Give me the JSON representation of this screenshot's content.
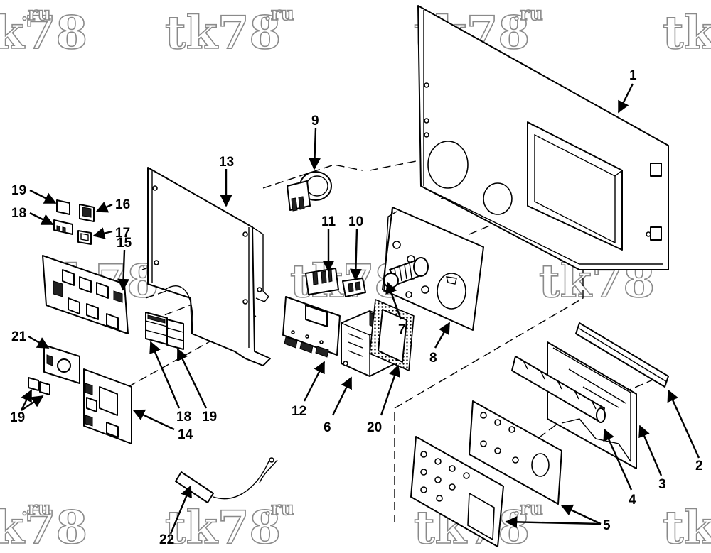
{
  "watermark": {
    "brand": "tk78",
    "suffix": ".ru"
  },
  "callouts": [
    {
      "id": "c1",
      "text": "1"
    },
    {
      "id": "c2",
      "text": "2"
    },
    {
      "id": "c3",
      "text": "3"
    },
    {
      "id": "c4",
      "text": "4"
    },
    {
      "id": "c5",
      "text": "5"
    },
    {
      "id": "c6",
      "text": "6"
    },
    {
      "id": "c7",
      "text": "7"
    },
    {
      "id": "c8",
      "text": "8"
    },
    {
      "id": "c9",
      "text": "9"
    },
    {
      "id": "c10",
      "text": "10"
    },
    {
      "id": "c11",
      "text": "11"
    },
    {
      "id": "c12",
      "text": "12"
    },
    {
      "id": "c13",
      "text": "13"
    },
    {
      "id": "c14",
      "text": "14"
    },
    {
      "id": "c15",
      "text": "15"
    },
    {
      "id": "c16",
      "text": "16"
    },
    {
      "id": "c17",
      "text": "17"
    },
    {
      "id": "c18a",
      "text": "18"
    },
    {
      "id": "c18b",
      "text": "18"
    },
    {
      "id": "c19a",
      "text": "19"
    },
    {
      "id": "c19b",
      "text": "19"
    },
    {
      "id": "c19c",
      "text": "19"
    },
    {
      "id": "c20",
      "text": "20"
    },
    {
      "id": "c21",
      "text": "21"
    },
    {
      "id": "c22",
      "text": "22"
    }
  ]
}
